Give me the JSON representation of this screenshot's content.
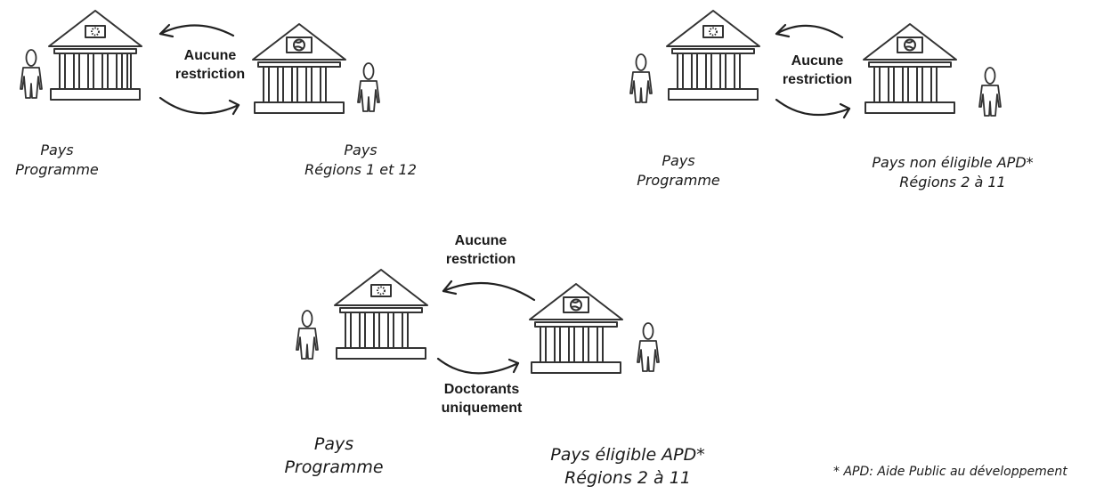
{
  "scenarios": [
    {
      "left_label": [
        "Pays",
        "Programme"
      ],
      "right_label": [
        "Pays",
        "Régions 1 et 12"
      ],
      "flow_text": [
        "Aucune",
        "restriction"
      ]
    },
    {
      "left_label": [
        "Pays",
        "Programme"
      ],
      "right_label": [
        "Pays non éligible APD*",
        "Régions 2 à 11"
      ],
      "flow_text": [
        "Aucune",
        "restriction"
      ]
    },
    {
      "left_label": [
        "Pays",
        "Programme"
      ],
      "right_label": [
        "Pays éligible APD*",
        "Régions 2 à 11"
      ],
      "top_flow_text": [
        "Aucune",
        "restriction"
      ],
      "bottom_flow_text": [
        "Doctorants",
        "uniquement"
      ]
    }
  ],
  "footnote": "* APD: Aide Public au développement",
  "icons": {
    "left_building": "eu-flag-institution-icon",
    "right_building": "globe-flag-institution-icon",
    "person": "person-icon"
  }
}
